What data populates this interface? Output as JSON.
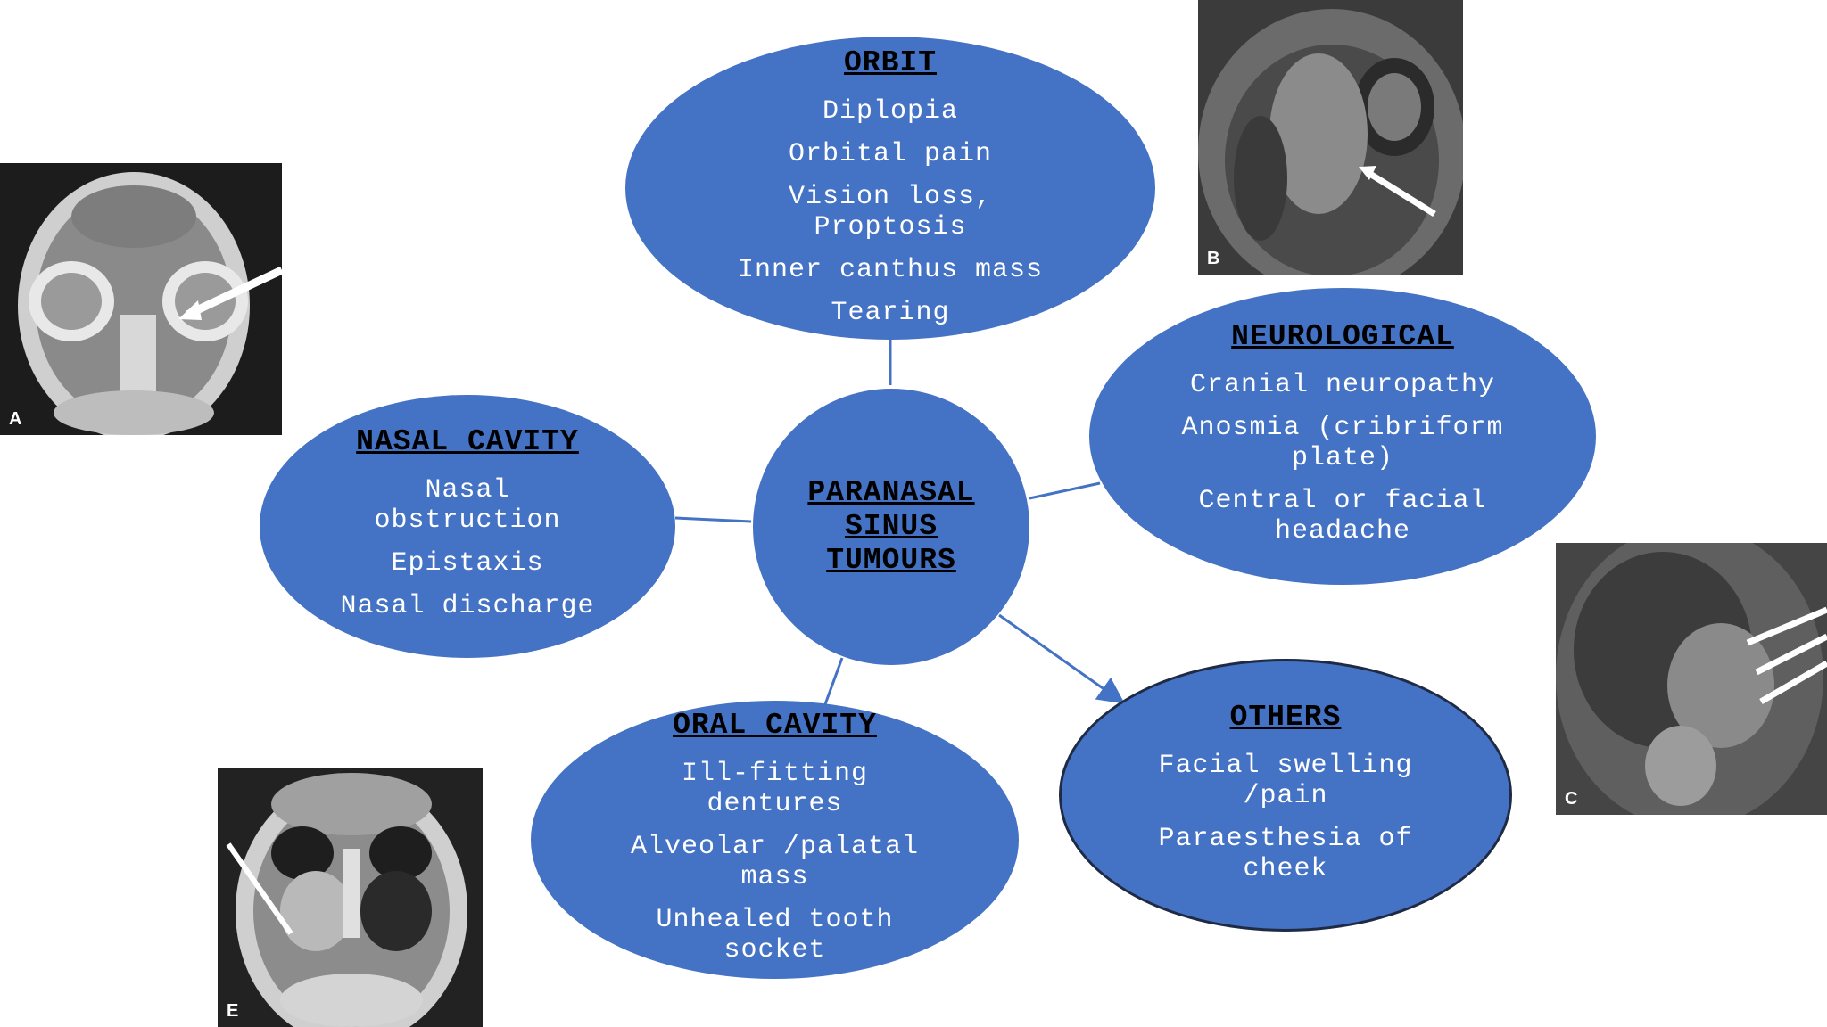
{
  "diagram": {
    "center": {
      "title": "PARANASAL SINUS TUMOURS"
    },
    "nodes": [
      {
        "id": "orbit",
        "title": "ORBIT",
        "items": [
          "Diplopia",
          "Orbital pain",
          "Vision loss, Proptosis",
          "Inner canthus mass",
          "Tearing"
        ]
      },
      {
        "id": "neuro",
        "title": "NEUROLOGICAL",
        "items": [
          "Cranial neuropathy",
          "Anosmia (cribriform plate)",
          "Central or facial headache"
        ]
      },
      {
        "id": "nasal",
        "title": "NASAL CAVITY",
        "items": [
          "Nasal obstruction",
          "Epistaxis",
          "Nasal discharge"
        ]
      },
      {
        "id": "oral",
        "title": "ORAL CAVITY",
        "items": [
          "Ill-fitting dentures",
          "Alveolar /palatal mass",
          "Unhealed tooth socket"
        ]
      },
      {
        "id": "others",
        "title": "OTHERS",
        "items": [
          "Facial swelling /pain",
          "Paraesthesia of cheek"
        ]
      }
    ],
    "images": [
      {
        "id": "a",
        "label": "A"
      },
      {
        "id": "b",
        "label": "B"
      },
      {
        "id": "c",
        "label": "C"
      },
      {
        "id": "e",
        "label": "E"
      }
    ],
    "colors": {
      "node_fill": "#4472c4",
      "connector": "#4472c4",
      "title_text": "#000000",
      "item_text": "#ffffff"
    }
  }
}
